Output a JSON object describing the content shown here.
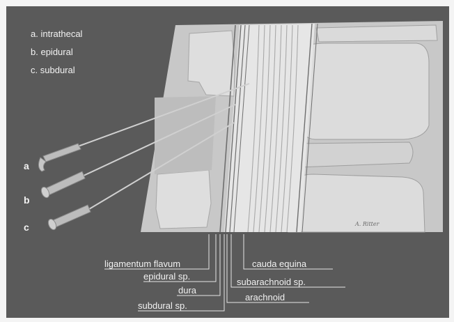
{
  "legend": {
    "items": [
      {
        "letter": "a.",
        "text": "intrathecal"
      },
      {
        "letter": "b.",
        "text": "epidural"
      },
      {
        "letter": "c.",
        "text": "subdural"
      }
    ]
  },
  "needles": [
    "a",
    "b",
    "c"
  ],
  "labels": {
    "left": [
      "ligamentum flavum",
      "epidural sp.",
      "dura",
      "subdural sp."
    ],
    "right": [
      "cauda equina",
      "subarachnoid sp.",
      "arachnoid"
    ]
  },
  "signature": "A. Ritter",
  "colors": {
    "background": "#5a5a5a",
    "illustration": "#c9c9c9",
    "text": "#f2f2f2"
  }
}
